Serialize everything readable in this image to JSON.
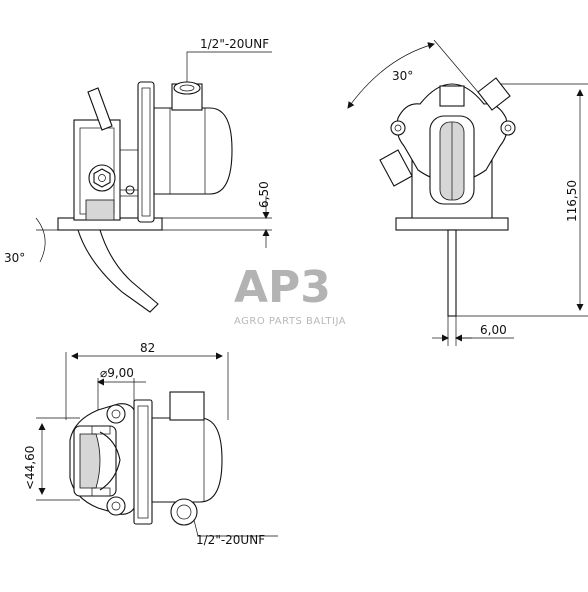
{
  "labels": {
    "thread_top": "1/2\"-20UNF",
    "angle_left": "30°",
    "height_650": "6,50",
    "angle_right": "30°",
    "height_11650": "116,50",
    "width_600": "6,00",
    "length_82": "82",
    "dia_900": "⌀9,00",
    "height_4460": "<44,60",
    "thread_bottom": "1/2\"-20UNF"
  },
  "logo": {
    "main": "AP3",
    "sub": "AGRO PARTS BALTIJA"
  }
}
